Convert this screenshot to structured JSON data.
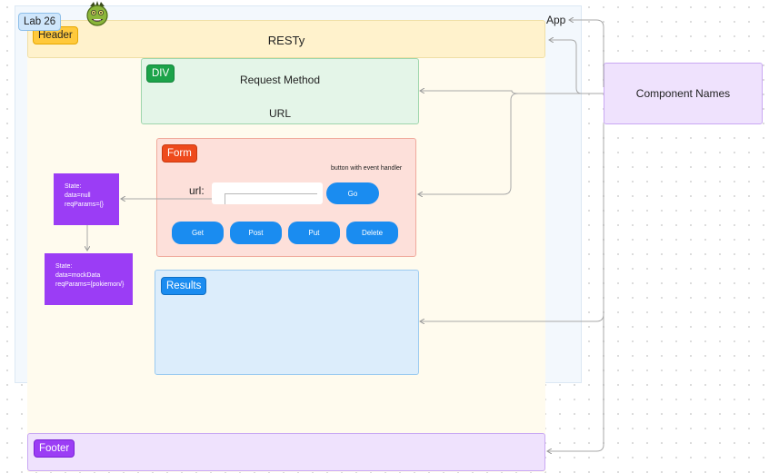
{
  "app": {
    "lab_label": "Lab 26",
    "app_label": "App"
  },
  "header": {
    "tag": "Header",
    "title": "RESTy"
  },
  "div_section": {
    "tag": "DIV",
    "line1": "Request Method",
    "line2": "URL"
  },
  "form": {
    "tag": "Form",
    "note": "button with event handler",
    "url_label": "url:",
    "go_label": "Go",
    "methods": [
      "Get",
      "Post",
      "Put",
      "Delete"
    ]
  },
  "results": {
    "tag": "Results"
  },
  "footer": {
    "tag": "Footer"
  },
  "legend": {
    "label": "Component Names"
  },
  "state1": {
    "lines": "State:\ndata=null\nreqParams={}"
  },
  "state2": {
    "lines": "State:\ndata=mockData\nreqParams={pokiemon/}"
  },
  "colors": {
    "app_bg": "#f3f8fd",
    "header": "#fff2cc",
    "div": "#e4f5e8",
    "form": "#fde0da",
    "results": "#dcedfb",
    "footer": "#efe2fd",
    "state": "#9b3df5",
    "button": "#1a8cf0"
  }
}
